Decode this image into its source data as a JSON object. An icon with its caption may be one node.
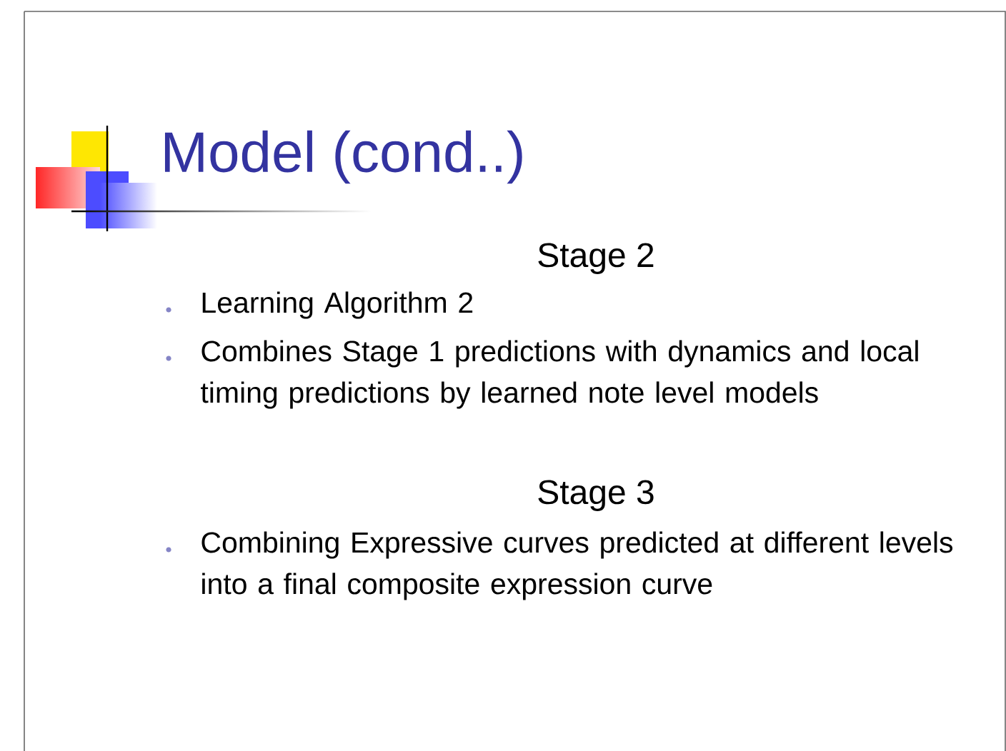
{
  "diagram": {
    "title": "Model (cond..)",
    "labels": [
      "Stage 2",
      "Learning Algorithm 2",
      "Combines Stage 1 predictions with dynamics and local timing predictions by learned note level models",
      "Stage 3",
      "Combining Expressive curves predicted at different levels into a final composite expression curve"
    ]
  }
}
